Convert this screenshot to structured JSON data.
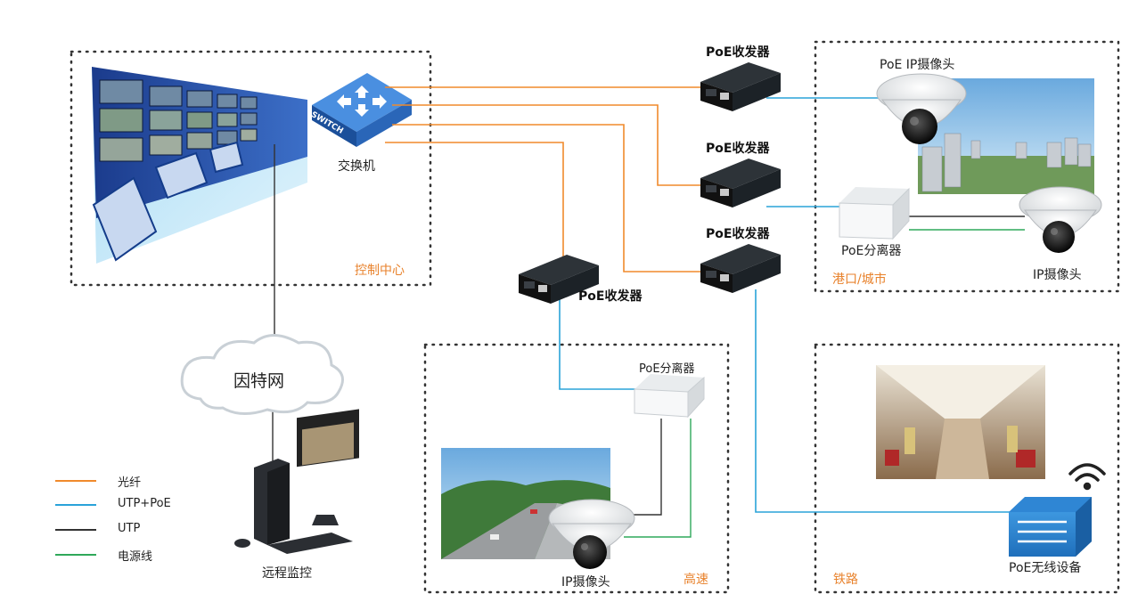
{
  "labels": {
    "switch_text": "SWITCH",
    "switch_caption": "交换机",
    "control_center": "控制中心",
    "internet": "因特网",
    "remote_monitor": "远程监控",
    "transceiver_1": "PoE收发器",
    "transceiver_2": "PoE收发器",
    "transceiver_3": "PoE收发器",
    "transceiver_4": "PoE收发器",
    "poe_ip_camera": "PoE IP摄像头",
    "poe_splitter_port": "PoE分离器",
    "ip_camera_port": "IP摄像头",
    "port_city": "港口/城市",
    "poe_splitter_highway": "PoE分离器",
    "ip_camera_highway": "IP摄像头",
    "highway": "高速",
    "railway": "铁路",
    "poe_wireless": "PoE无线设备"
  },
  "legend": [
    {
      "label": "光纤",
      "color": "#f08a2c"
    },
    {
      "label": "UTP+PoE",
      "color": "#2aa3d9"
    },
    {
      "label": "UTP",
      "color": "#333333"
    },
    {
      "label": "电源线",
      "color": "#2fa85a"
    }
  ],
  "colors": {
    "fiber": "#f08a2c",
    "utp_poe": "#2aa3d9",
    "utp": "#333333",
    "power": "#2fa85a",
    "zone_label": "#e8822c",
    "switch_blue": "#1f5fa8"
  }
}
